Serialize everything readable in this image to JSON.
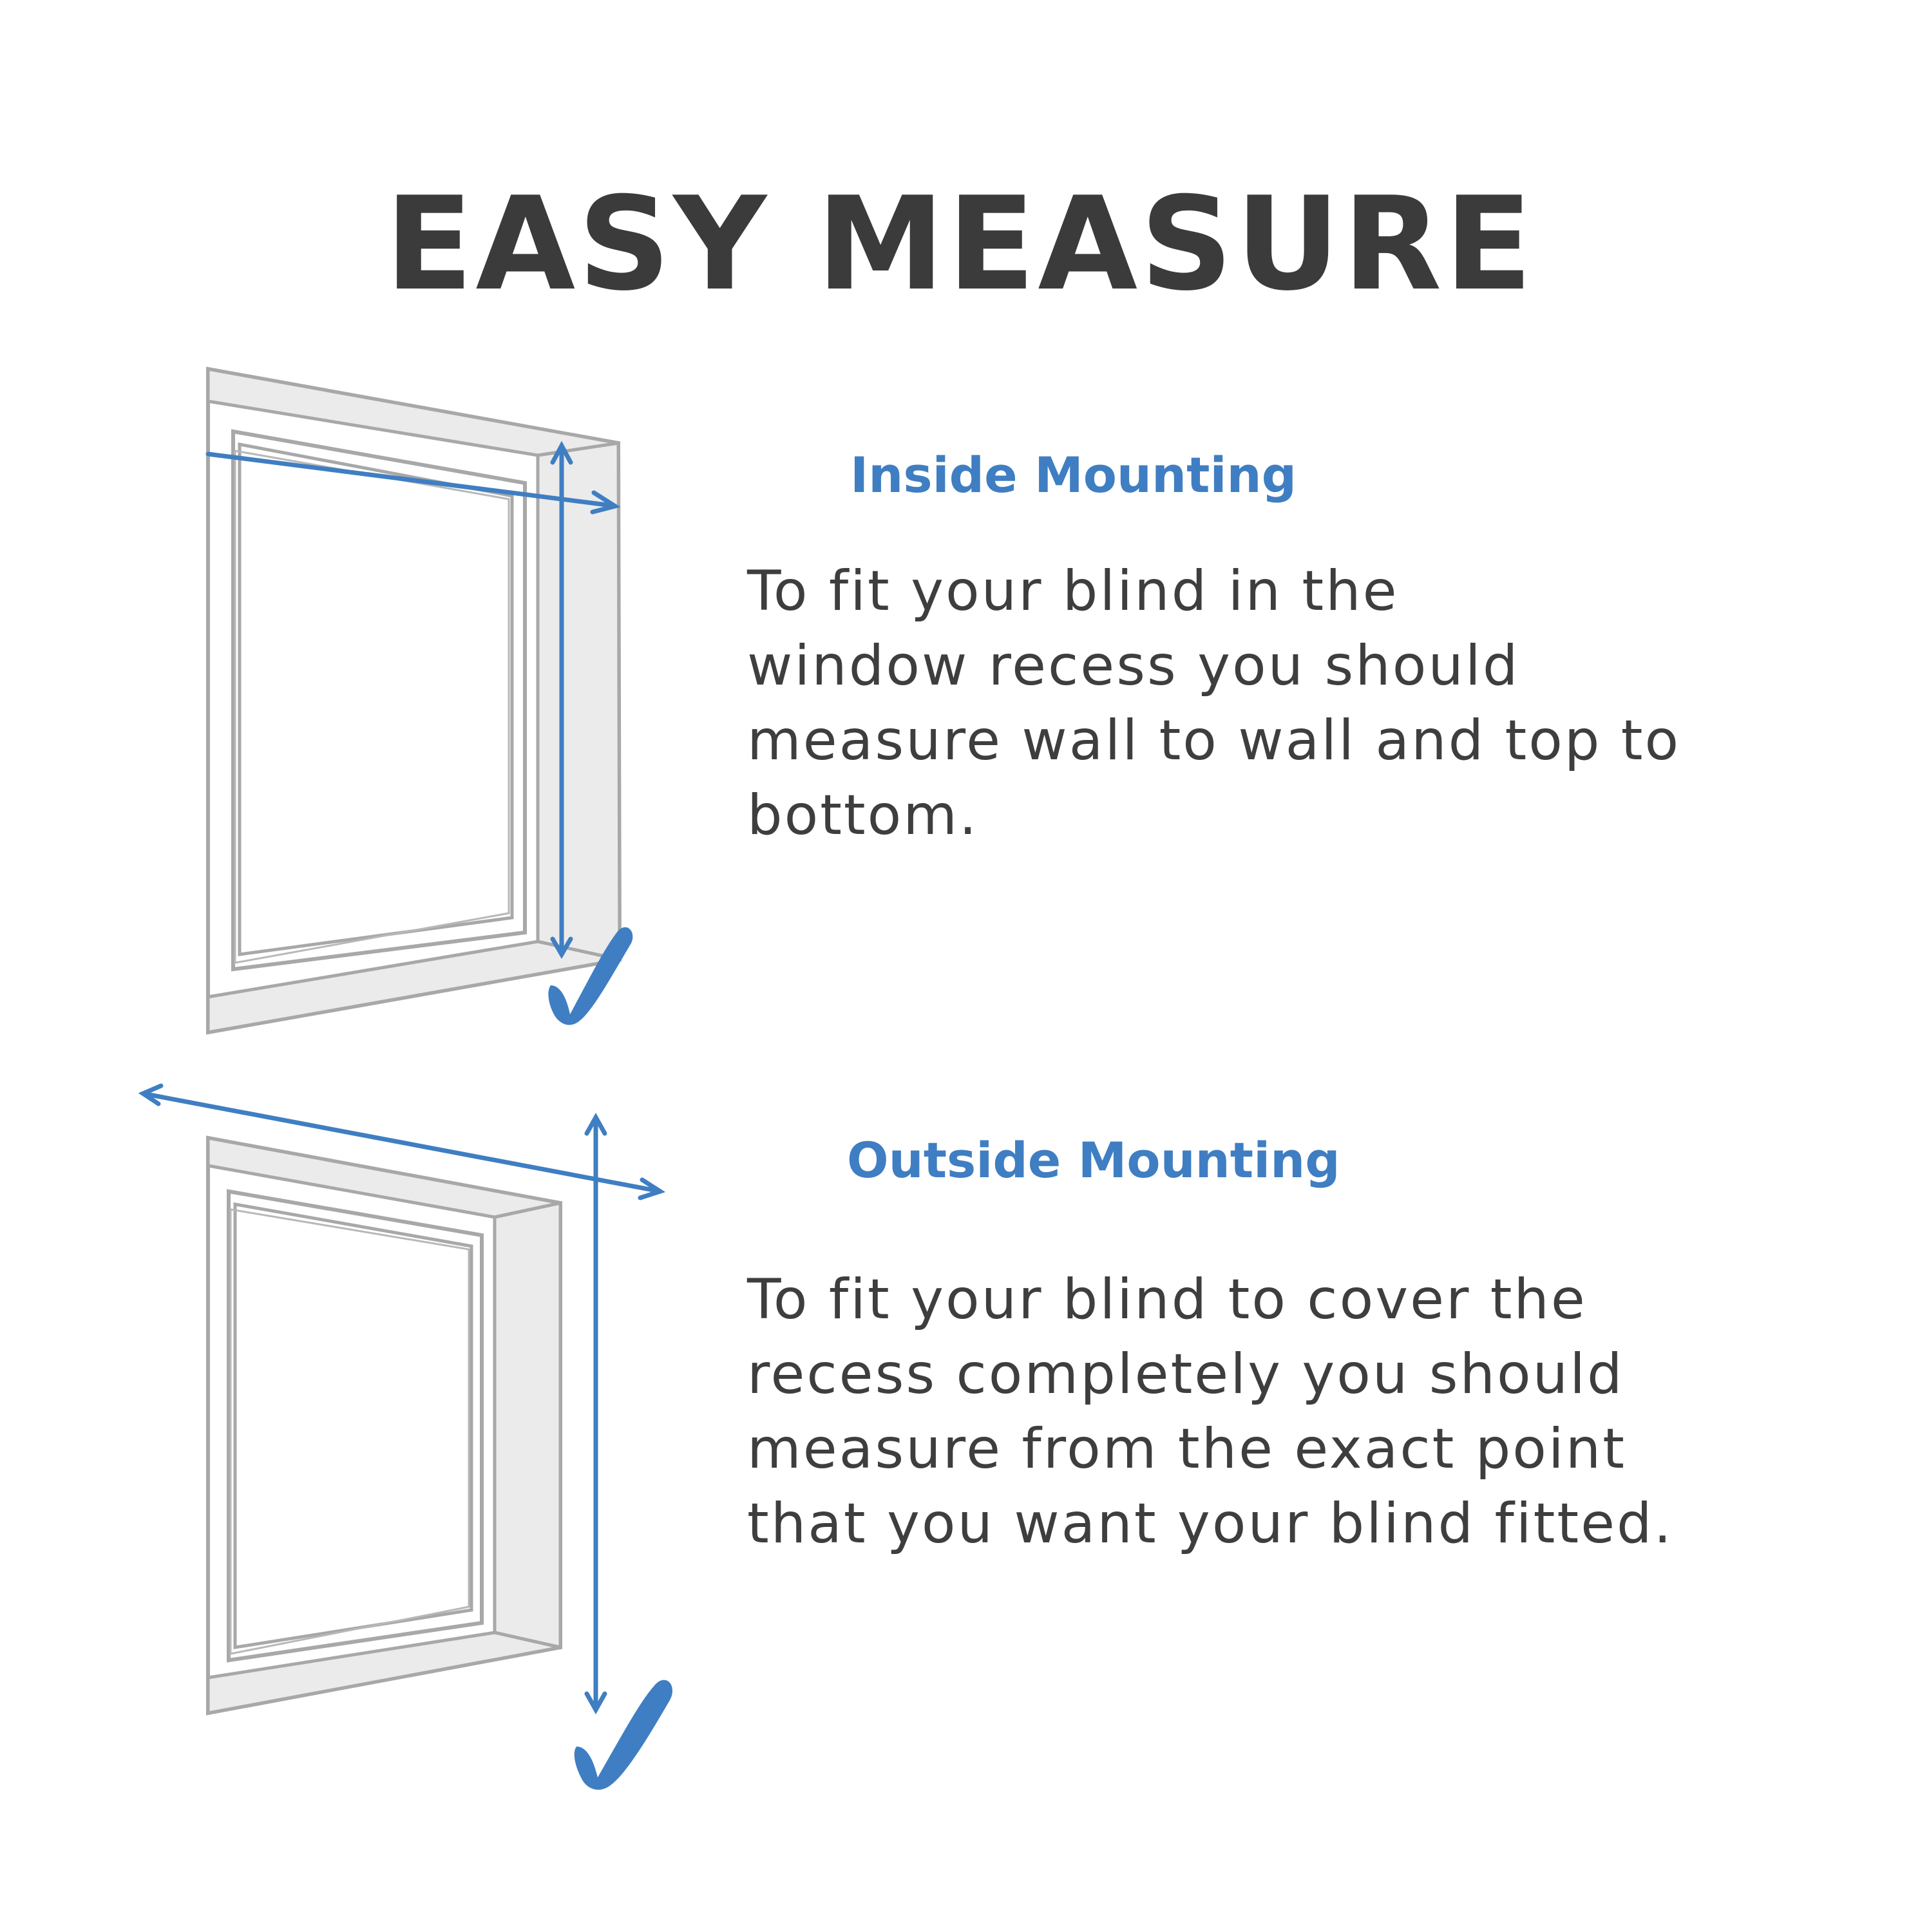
{
  "title": "EASY MEASURE",
  "sections": [
    {
      "heading": "Inside Mounting",
      "body_lines": [
        "To fit your blind in the",
        "window recess you should",
        "measure wall to wall and top to",
        "bottom."
      ]
    },
    {
      "heading": "Outside Mounting",
      "body_lines": [
        "To fit your blind to cover the",
        "recess completely you should",
        "measure from the exact point",
        "that you want your blind fitted."
      ]
    }
  ],
  "colors": {
    "accent": "#3f7ec2",
    "frame": "#a8a8a8",
    "frame_fill": "#ebebeb",
    "text": "#3e3e3e"
  },
  "icons": [
    "window-frame-icon",
    "measure-arrow-icon",
    "checkmark-icon"
  ]
}
